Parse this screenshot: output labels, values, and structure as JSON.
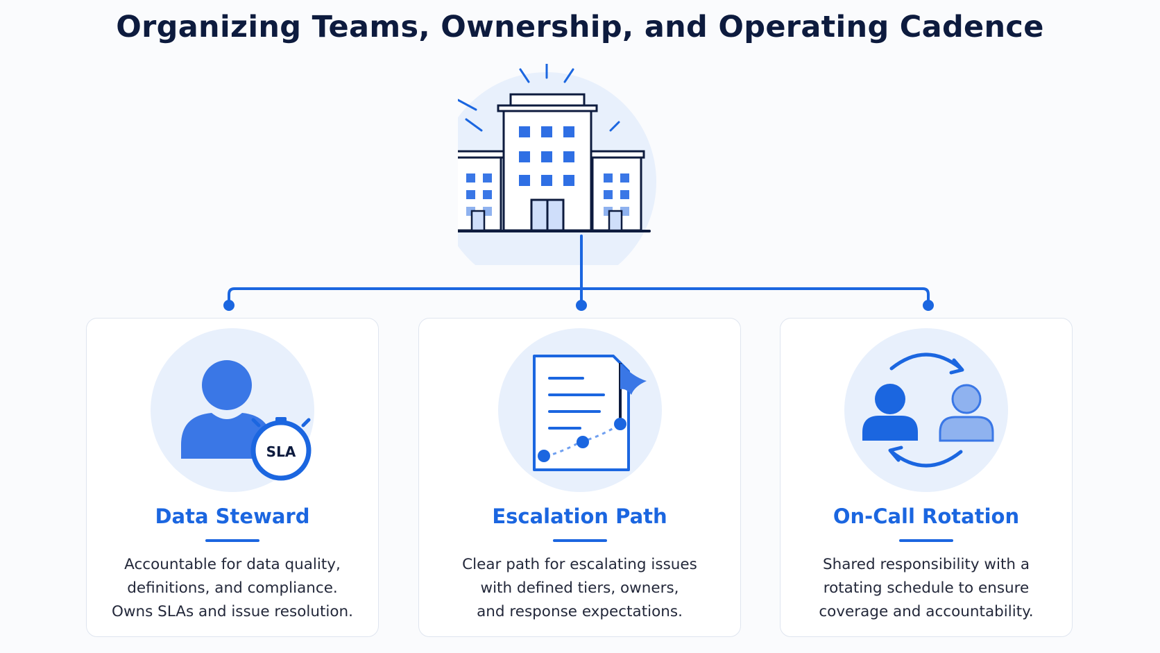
{
  "title": "Organizing Teams, Ownership, and Operating Cadence",
  "colors": {
    "accent": "#1b66e0",
    "accent_light": "#e8f0fc",
    "navy": "#0d1b3e",
    "border": "#dfe5ef"
  },
  "hero": {
    "icon": "office-building-icon"
  },
  "cards": [
    {
      "icon": "person-with-sla-stopwatch-icon",
      "sla_label": "SLA",
      "title": "Data Steward",
      "lines": [
        "Accountable for data quality,",
        "definitions, and compliance.",
        "Owns SLAs and issue resolution."
      ]
    },
    {
      "icon": "document-with-flag-path-icon",
      "title": "Escalation Path",
      "lines": [
        "Clear path for escalating issues",
        "with defined tiers, owners,",
        "and response expectations."
      ]
    },
    {
      "icon": "rotating-people-icon",
      "title": "On-Call Rotation",
      "lines": [
        "Shared responsibility with a",
        "rotating schedule to ensure",
        "coverage and accountability."
      ]
    }
  ]
}
